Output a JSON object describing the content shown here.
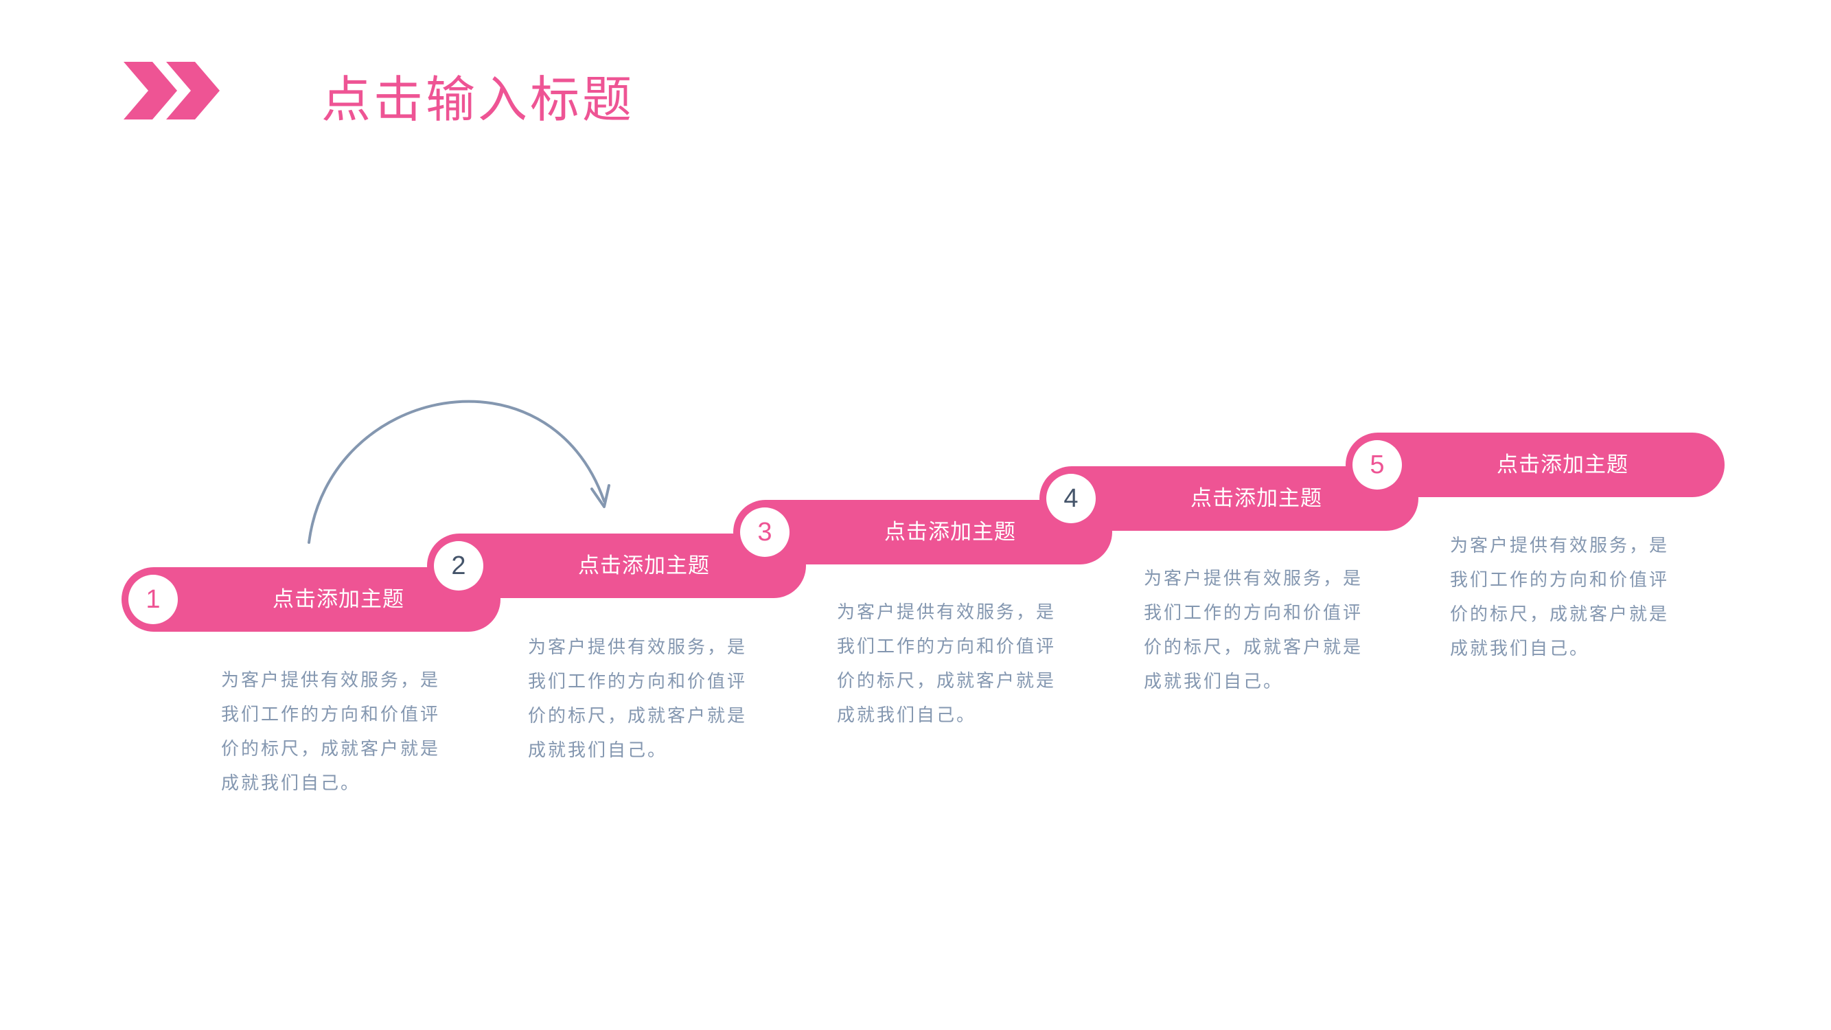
{
  "page": {
    "title": "点击输入标题"
  },
  "colors": {
    "accent": "#ee5494",
    "number_dark": "#44546a",
    "description_text": "#8497b0",
    "arrow": "#8497b0",
    "background": "#ffffff"
  },
  "icons": {
    "header": "double-chevron-right-icon",
    "flow": "curved-arrow-icon"
  },
  "steps": [
    {
      "number": "1",
      "title": "点击添加主题",
      "description": "为客户提供有效服务，是我们工作的方向和价值评价的标尺，成就客户就是成就我们自己。"
    },
    {
      "number": "2",
      "title": "点击添加主题",
      "description": "为客户提供有效服务，是我们工作的方向和价值评价的标尺，成就客户就是成就我们自己。"
    },
    {
      "number": "3",
      "title": "点击添加主题",
      "description": "为客户提供有效服务，是我们工作的方向和价值评价的标尺，成就客户就是成就我们自己。"
    },
    {
      "number": "4",
      "title": "点击添加主题",
      "description": "为客户提供有效服务，是我们工作的方向和价值评价的标尺，成就客户就是成就我们自己。"
    },
    {
      "number": "5",
      "title": "点击添加主题",
      "description": "为客户提供有效服务，是我们工作的方向和价值评价的标尺，成就客户就是成就我们自己。"
    }
  ]
}
